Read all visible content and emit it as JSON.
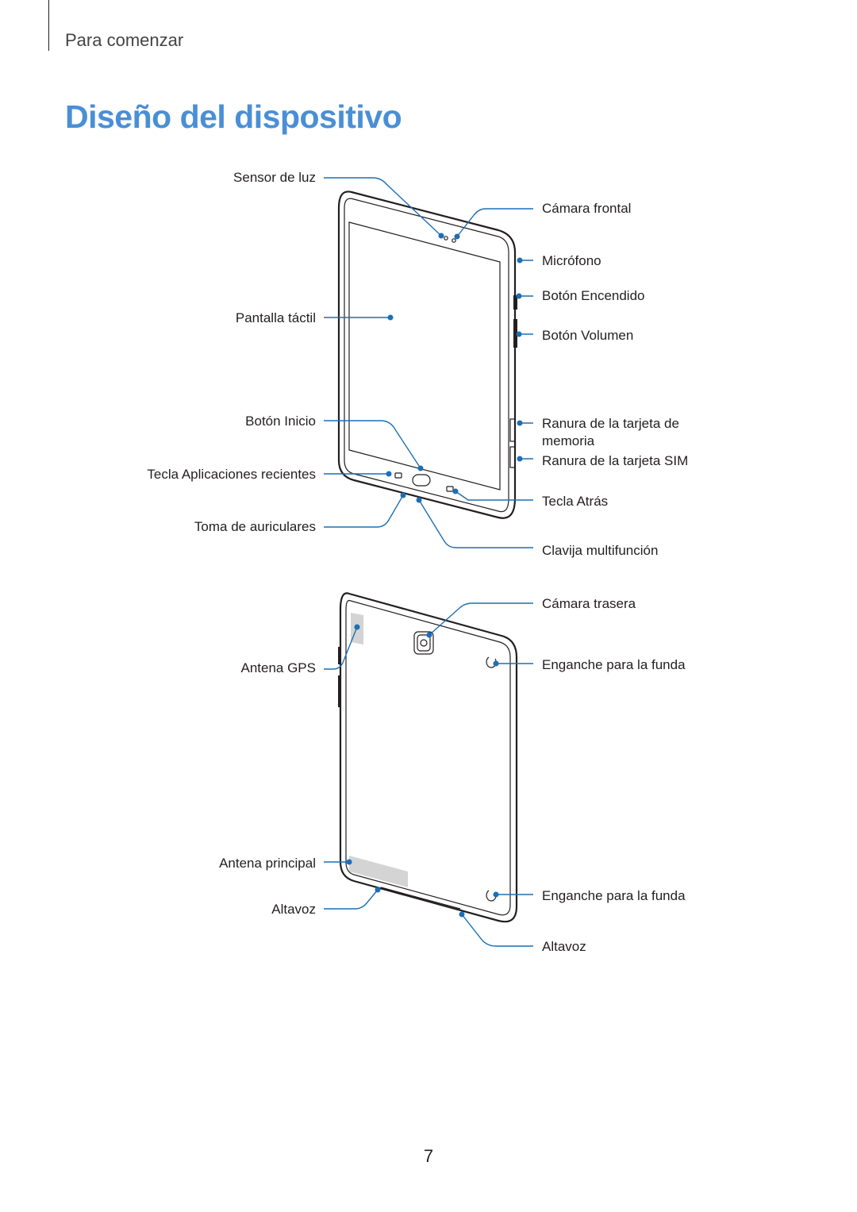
{
  "header": {
    "section": "Para comenzar"
  },
  "title": "Diseño del dispositivo",
  "front_labels": {
    "light_sensor": "Sensor de luz",
    "front_camera": "Cámara frontal",
    "microphone": "Micrófono",
    "power_button": "Botón Encendido",
    "volume_button": "Botón Volumen",
    "touchscreen": "Pantalla táctil",
    "home_button": "Botón Inicio",
    "memory_slot_line1": "Ranura de la tarjeta de",
    "memory_slot_line2": "memoria",
    "sim_slot": "Ranura de la tarjeta SIM",
    "recent_apps_key": "Tecla Aplicaciones recientes",
    "back_key": "Tecla Atrás",
    "headset_jack": "Toma de auriculares",
    "multipurpose_jack": "Clavija multifunción"
  },
  "back_labels": {
    "rear_camera": "Cámara trasera",
    "gps_antenna": "Antena GPS",
    "cover_hook_top": "Enganche para la funda",
    "main_antenna": "Antena principal",
    "cover_hook_bottom": "Enganche para la funda",
    "speaker_left": "Altavoz",
    "speaker_right": "Altavoz"
  },
  "page_number": "7",
  "colors": {
    "title": "#4a8fd6",
    "callout": "#1c6fb5",
    "text": "#231f20"
  }
}
